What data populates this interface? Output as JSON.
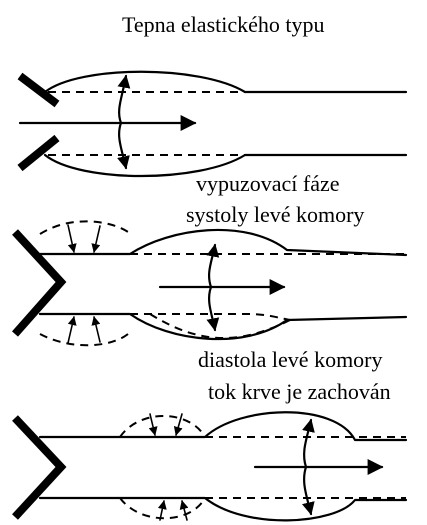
{
  "title": "Tepna elastického typu",
  "stages": [
    {
      "caption_lines": []
    },
    {
      "caption_lines": [
        "vypuzovací fáze",
        "systoly levé komory"
      ]
    },
    {
      "caption_lines": [
        "diastola levé komory",
        "tok krve je zachován"
      ]
    }
  ]
}
